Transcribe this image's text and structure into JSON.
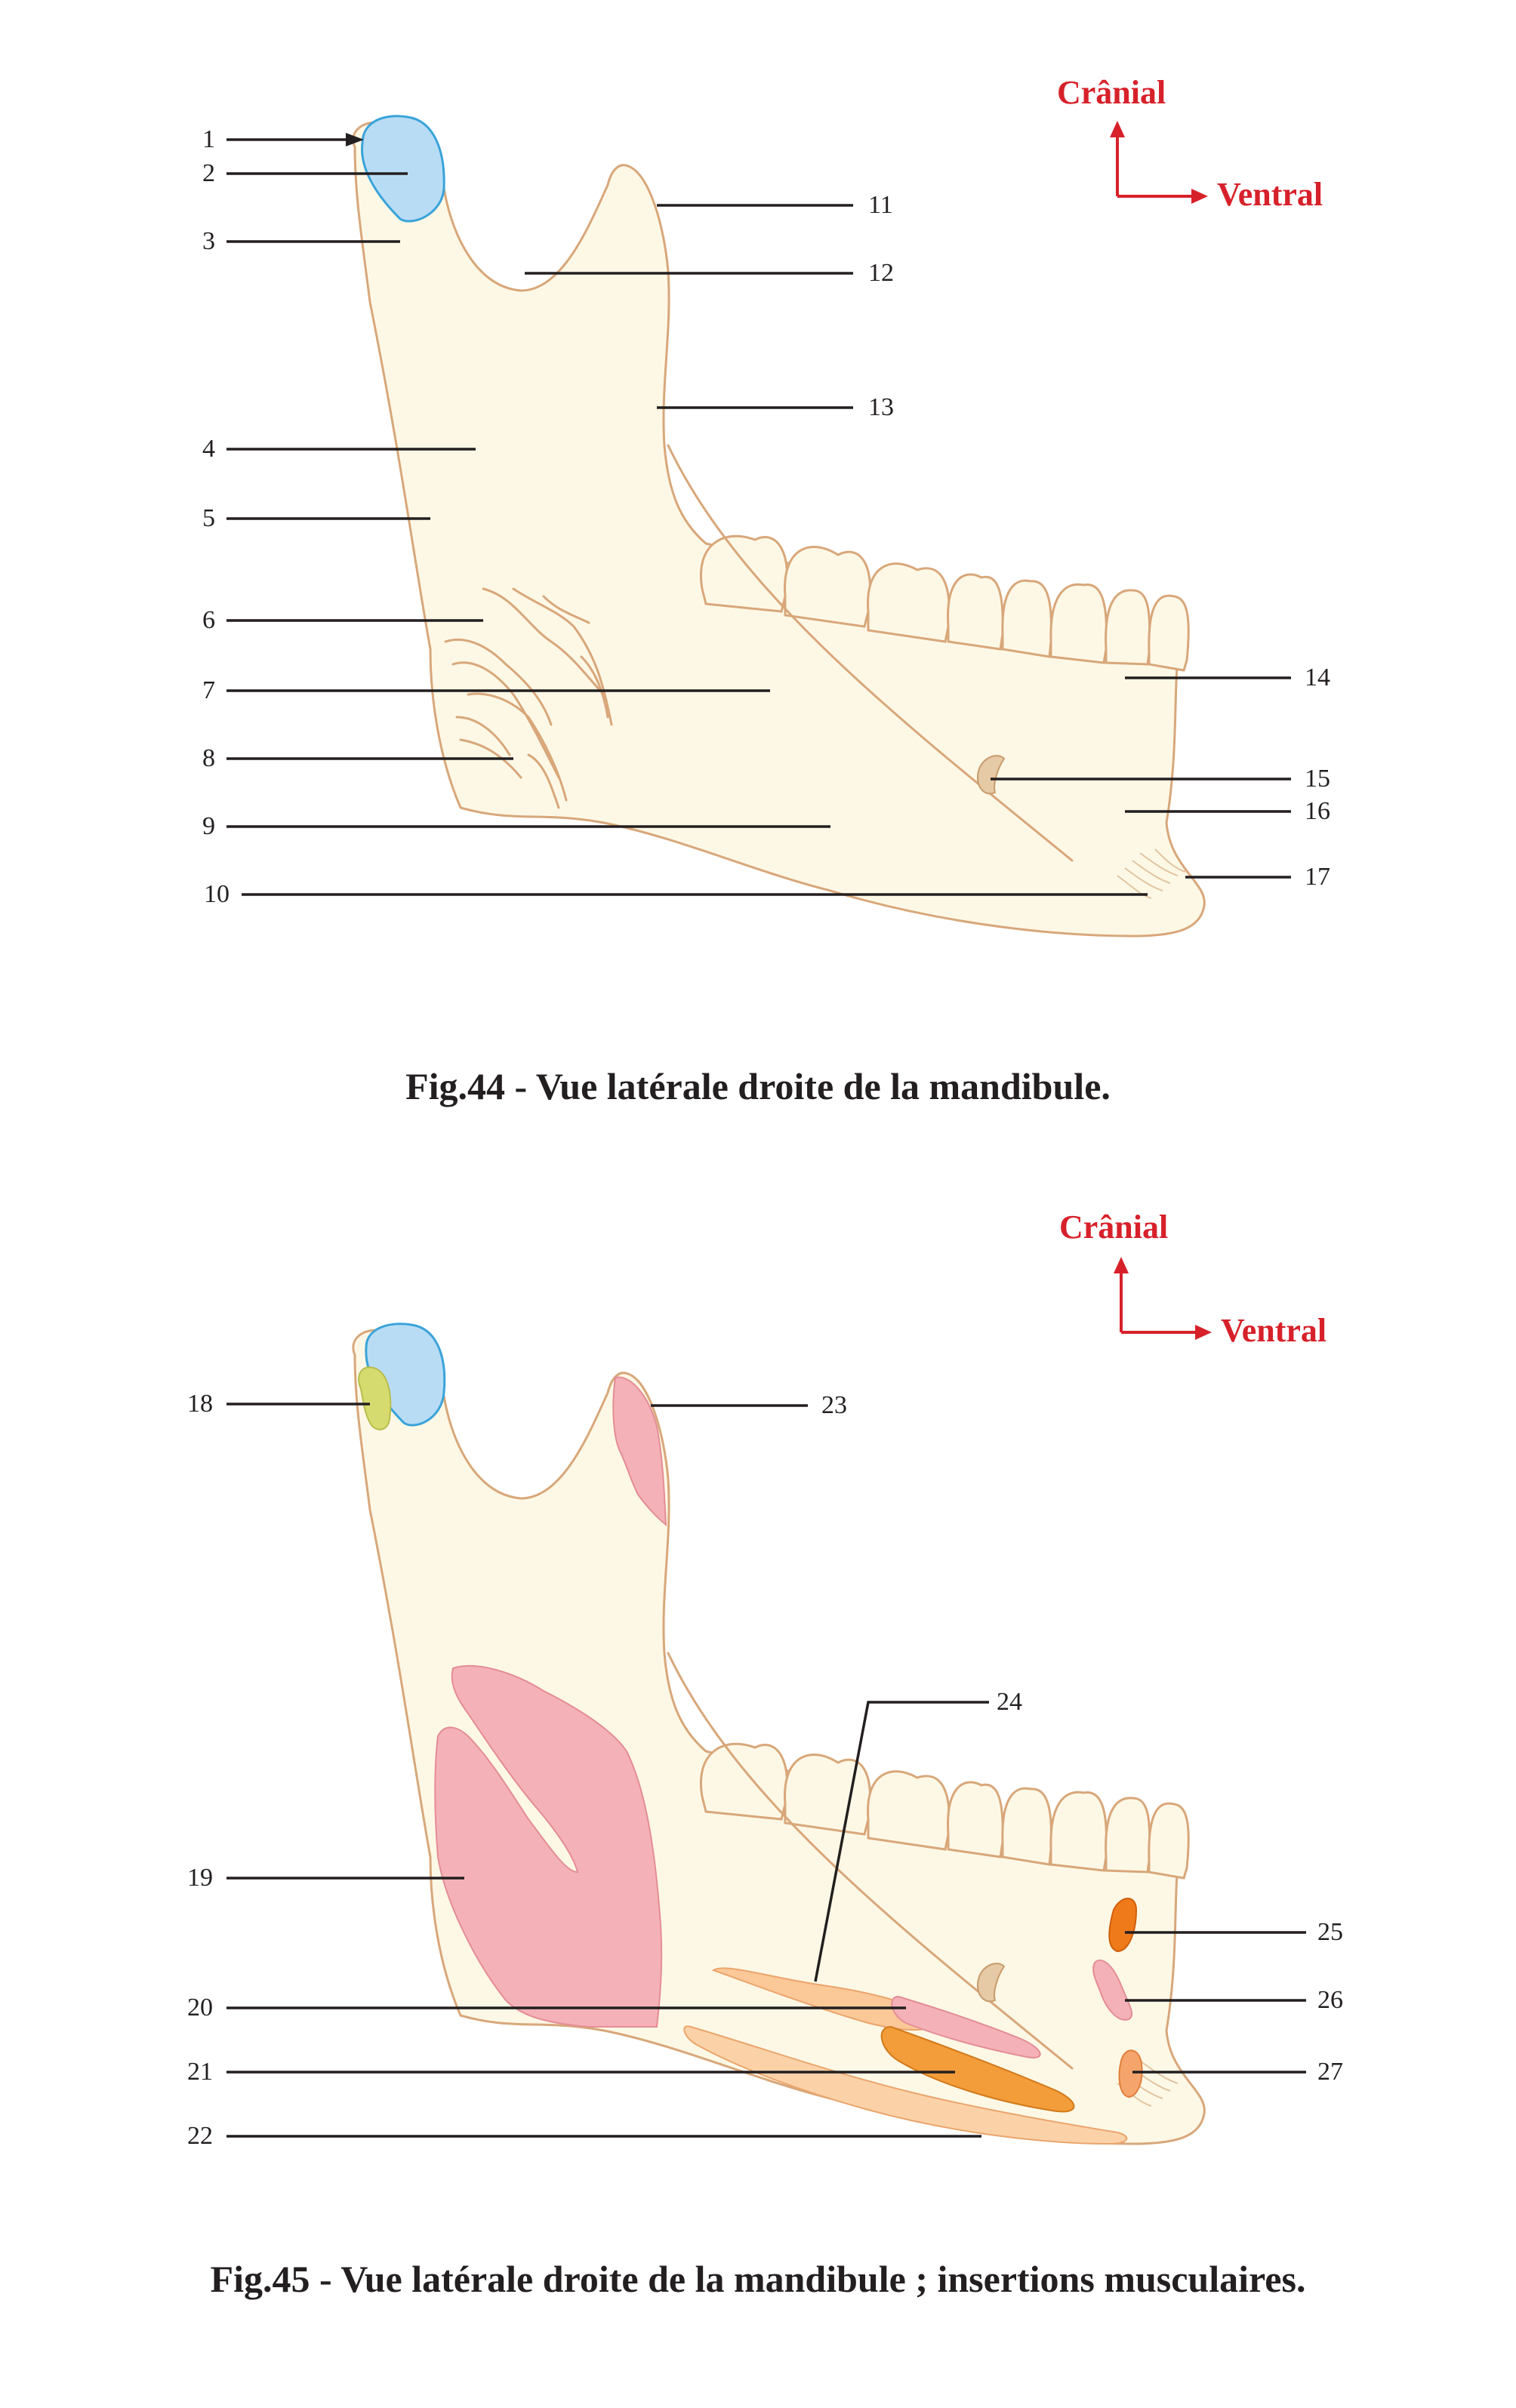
{
  "directions": {
    "cranial": "Crânial",
    "ventral": "Ventral",
    "color": "#d7212a"
  },
  "figure44": {
    "caption": "Fig.44 - Vue latérale droite de la mandibule.",
    "labels": [
      "1",
      "2",
      "3",
      "4",
      "5",
      "6",
      "7",
      "8",
      "9",
      "10",
      "11",
      "12",
      "13",
      "14",
      "15",
      "16",
      "17"
    ]
  },
  "figure45": {
    "caption": "Fig.45 - Vue latérale droite de la mandibule ; insertions musculaires.",
    "labels": [
      "18",
      "19",
      "20",
      "21",
      "22",
      "23",
      "24",
      "25",
      "26",
      "27"
    ]
  },
  "colors": {
    "bone_fill": "#fdf8e6",
    "bone_outline": "#d8a77a",
    "articular_surface": "#b9dcf5",
    "articular_outline": "#3aa3d9",
    "insertion_pink": "#f4b2b8",
    "insertion_light_orange": "#fbc898",
    "insertion_orange": "#f39c3a",
    "insertion_dark_orange": "#ef7a1a",
    "insertion_yellow_green": "#d6db6f"
  }
}
